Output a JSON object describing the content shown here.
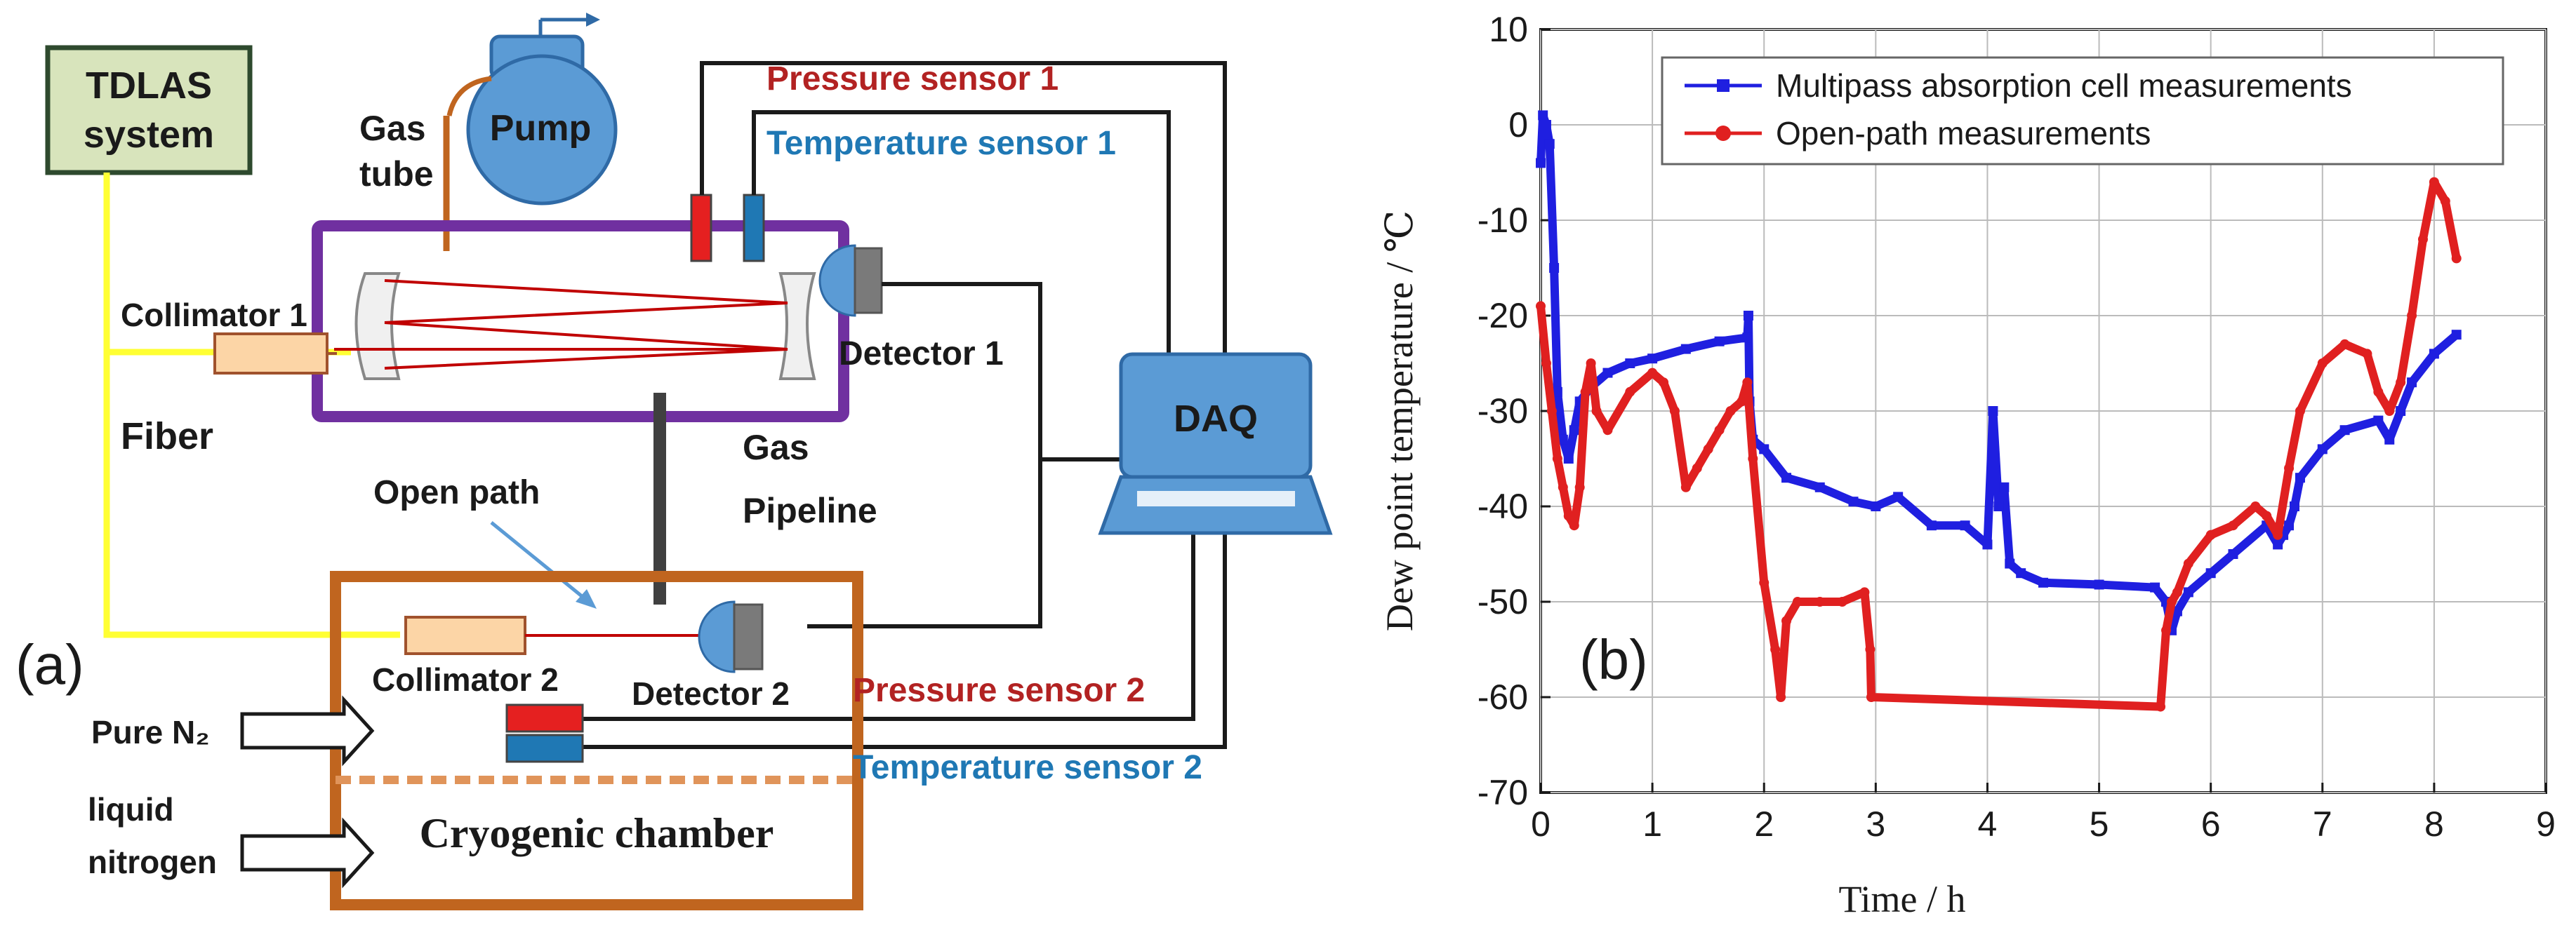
{
  "panel_a": {
    "panel_label": "(a)",
    "tdlas_label": "TDLAS system",
    "pump_label": "Pump",
    "gas_tube_label": "Gas tube",
    "pressure_sensor_1": "Pressure sensor 1",
    "temperature_sensor_1": "Temperature sensor 1",
    "collimator_1": "Collimator 1",
    "detector_1": "Detector 1",
    "fiber_label": "Fiber",
    "daq_label": "DAQ",
    "gas_pipeline_label": "Gas Pipeline",
    "open_path_label": "Open path",
    "collimator_2": "Collimator 2",
    "detector_2": "Detector 2",
    "pressure_sensor_2": "Pressure sensor 2",
    "temperature_sensor_2": "Temperature sensor 2",
    "pure_n2_label": "Pure N₂",
    "liquid_nitrogen_label": "liquid nitrogen",
    "cryogenic_chamber_label": "Cryogenic chamber",
    "colors": {
      "pressure_text": "#b22222",
      "temperature_text": "#1f78b4",
      "tdlas_fill": "#d8e4bc",
      "tdlas_border": "#2e4a2e",
      "cell_border": "#7030a0",
      "chamber_border": "#c0651f",
      "fiber": "#ffff33",
      "daq": "#5b9bd5",
      "pump": "#5b9bd5",
      "collimator_fill": "#fcd5a6",
      "collimator_border": "#a0522d",
      "gas_tube": "#c0651f",
      "laser": "#c00000"
    }
  },
  "panel_b": {
    "panel_label": "(b)",
    "chart_data": {
      "type": "line",
      "xlabel": "Time / h",
      "ylabel": "Dew point temperature / ℃",
      "xlim": [
        0,
        9
      ],
      "ylim": [
        -70,
        10
      ],
      "xticks": [
        0,
        1,
        2,
        3,
        4,
        5,
        6,
        7,
        8,
        9
      ],
      "yticks": [
        10,
        0,
        -10,
        -20,
        -30,
        -40,
        -50,
        -60,
        -70
      ],
      "grid": true,
      "legend_position": "top-right",
      "series": [
        {
          "name": "Multipass absorption cell measurements",
          "color": "#1f1fe0",
          "marker": "square",
          "x": [
            0.0,
            0.02,
            0.05,
            0.08,
            0.12,
            0.15,
            0.2,
            0.25,
            0.3,
            0.35,
            0.45,
            0.6,
            0.8,
            1.0,
            1.3,
            1.6,
            1.85,
            1.86,
            1.87,
            1.9,
            2.0,
            2.2,
            2.5,
            2.8,
            3.0,
            3.2,
            3.5,
            3.8,
            4.0,
            4.05,
            4.1,
            4.15,
            4.2,
            4.3,
            4.5,
            5.0,
            5.5,
            5.6,
            5.65,
            5.7,
            5.8,
            6.0,
            6.2,
            6.5,
            6.6,
            6.65,
            6.7,
            6.75,
            6.8,
            7.0,
            7.2,
            7.5,
            7.6,
            7.7,
            7.8,
            8.0,
            8.2
          ],
          "y": [
            -4,
            1,
            0,
            -2,
            -15,
            -28,
            -33,
            -35,
            -32,
            -29,
            -27.5,
            -26,
            -25,
            -24.5,
            -23.5,
            -22.7,
            -22.3,
            -20,
            -29,
            -33,
            -34,
            -37,
            -38,
            -39.5,
            -40,
            -39,
            -42,
            -42,
            -44,
            -30,
            -40,
            -38,
            -46,
            -47,
            -48,
            -48.2,
            -48.5,
            -50,
            -53,
            -51,
            -49,
            -47,
            -45,
            -42,
            -44,
            -43,
            -42,
            -40,
            -37,
            -34,
            -32,
            -31,
            -33,
            -30,
            -27,
            -24,
            -22
          ]
        },
        {
          "name": "Open-path measurements",
          "color": "#e02020",
          "marker": "circle",
          "x": [
            0.0,
            0.05,
            0.1,
            0.15,
            0.2,
            0.25,
            0.3,
            0.35,
            0.4,
            0.45,
            0.5,
            0.6,
            0.8,
            1.0,
            1.1,
            1.2,
            1.3,
            1.4,
            1.5,
            1.6,
            1.7,
            1.8,
            1.85,
            1.9,
            2.0,
            2.1,
            2.15,
            2.2,
            2.3,
            2.5,
            2.7,
            2.9,
            2.95,
            2.96,
            5.55,
            5.6,
            5.65,
            5.7,
            5.8,
            6.0,
            6.2,
            6.4,
            6.5,
            6.6,
            6.7,
            6.8,
            7.0,
            7.2,
            7.4,
            7.5,
            7.6,
            7.7,
            7.8,
            7.9,
            8.0,
            8.1,
            8.2
          ],
          "y": [
            -19,
            -25,
            -30,
            -35,
            -38,
            -41,
            -42,
            -38,
            -28,
            -25,
            -30,
            -32,
            -28,
            -26,
            -27,
            -30,
            -38,
            -36,
            -34,
            -32,
            -30,
            -29,
            -27,
            -35,
            -48,
            -55,
            -60,
            -52,
            -50,
            -50,
            -50,
            -49,
            -55,
            -60,
            -61,
            -53,
            -50,
            -49,
            -46,
            -43,
            -42,
            -40,
            -41,
            -43,
            -36,
            -30,
            -25,
            -23,
            -24,
            -28,
            -30,
            -27,
            -20,
            -12,
            -6,
            -8,
            -14
          ]
        }
      ]
    }
  }
}
